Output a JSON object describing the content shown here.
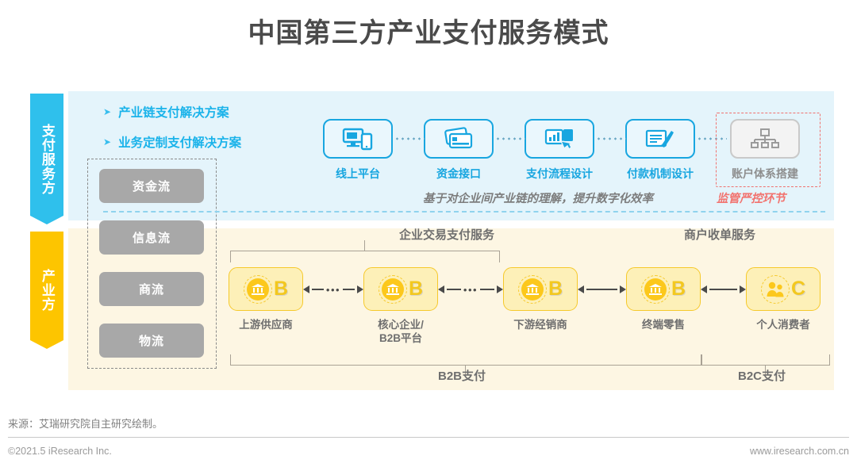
{
  "page": {
    "title": "中国第三方产业支付服务模式"
  },
  "payment_side": {
    "ribbon_label": "支付服务方",
    "bullets": [
      {
        "marker": "➤",
        "text": "产业链支付解决方案"
      },
      {
        "marker": "➤",
        "text": "业务定制支付解决方案"
      }
    ],
    "services": [
      {
        "label": "线上平台",
        "icon": "monitor-phone-icon",
        "style": "blue"
      },
      {
        "label": "资金接口",
        "icon": "bank-cards-icon",
        "style": "blue"
      },
      {
        "label": "支付流程设计",
        "icon": "chart-tablet-touch-icon",
        "style": "blue"
      },
      {
        "label": "付款机制设计",
        "icon": "document-pen-icon",
        "style": "blue"
      },
      {
        "label": "账户体系搭建",
        "icon": "org-hierarchy-icon",
        "style": "gray"
      }
    ],
    "tagline": "基于对企业间产业链的理解，提升数字化效率",
    "tagline_warning": "监管严控环节"
  },
  "industry_side": {
    "ribbon_label": "产业方",
    "flows": [
      {
        "label": "资金流"
      },
      {
        "label": "信息流"
      },
      {
        "label": "商流"
      },
      {
        "label": "物流"
      }
    ],
    "group_labels": {
      "enterprise": "企业交易支付服务",
      "merchant": "商户收单服务"
    },
    "nodes": [
      {
        "label": "上游供应商",
        "letter": "B",
        "icon": "bank-icon"
      },
      {
        "label": "核心企业/\nB2B平台",
        "letter": "B",
        "icon": "bank-icon"
      },
      {
        "label": "下游经销商",
        "letter": "B",
        "icon": "bank-icon"
      },
      {
        "label": "终端零售",
        "letter": "B",
        "icon": "bank-icon"
      },
      {
        "label": "个人消费者",
        "letter": "C",
        "icon": "people-icon"
      }
    ],
    "bottom_labels": {
      "b2b": "B2B支付",
      "b2c": "B2C支付"
    }
  },
  "footer": {
    "source": "来源：艾瑞研究院自主研究绘制。",
    "copyright": "©2021.5 iResearch Inc.",
    "website": "www.iresearch.com.cn"
  },
  "colors": {
    "blue_accent": "#18a6e0",
    "blue_panel": "#e4f4fb",
    "blue_ribbon": "#2fc0ec",
    "yellow_ribbon": "#fdc500",
    "yellow_panel": "#fdf6e3",
    "node_fill": "#fdf0b8",
    "node_border": "#f6c92b",
    "gray_box": "#a8a8a8",
    "red_warning": "#f2736f",
    "text_gray": "#6f6f6f"
  }
}
